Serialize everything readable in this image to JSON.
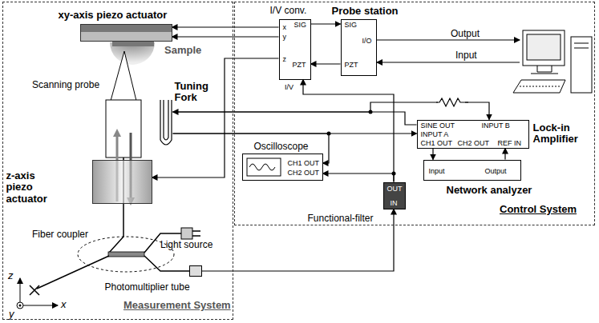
{
  "diagram": {
    "nodes": [
      {
        "text": [
          "Measurement System"
        ]
      },
      {
        "text": [
          "xy-axis piezo actuator"
        ],
        "in": 0
      },
      {
        "text": [
          "Tuning Fork"
        ],
        "in": 0
      },
      {
        "text": [
          "z-axis piezo actuator"
        ],
        "in": 0
      },
      {
        "text": [
          "Photomultiplier tube"
        ],
        "in": 0
      },
      {
        "text": [
          "Control System"
        ]
      },
      {
        "text": [
          "I/V conv.",
          "x",
          "y",
          "z",
          "SIG",
          "PZT"
        ],
        "in": 5
      },
      {
        "text": [
          "Probe station",
          "SIG",
          "PZT",
          "I/O"
        ],
        "in": 5
      },
      {
        "text": [
          "Oscilloscope",
          "CH1 OUT",
          "CH2 OUT"
        ],
        "in": 5
      },
      {
        "text": [
          "Lock-in Amplifier",
          "SINE OUT",
          "INPUT B",
          "INPUT A",
          "CH1 OUT",
          "CH2 OUT",
          "REF IN"
        ],
        "in": 5
      },
      {
        "text": [
          "OUT",
          "IN",
          "Functional-filter"
        ],
        "in": 5
      },
      {
        "text": [
          "Input",
          "Output",
          "Network analyzer"
        ],
        "in": 5
      }
    ],
    "edges": [
      {
        "from": 6,
        "to": 1,
        "arrow": "to"
      },
      {
        "from": 6,
        "to": 1,
        "arrow": "to"
      },
      {
        "from": 6,
        "to": 3,
        "arrow": "to"
      },
      {
        "from": 6,
        "to": 7,
        "arrow": "to"
      },
      {
        "from": 7,
        "to": 6,
        "arrow": "to"
      },
      {
        "from": 9,
        "to": 2,
        "arrow": "to"
      },
      {
        "from": 2,
        "to": 9,
        "arrow": "to"
      },
      {
        "from": 2,
        "to": 9,
        "arrow": "to"
      },
      {
        "from": 2,
        "to": 8,
        "arrow": "to"
      },
      {
        "from": 4,
        "to": 10,
        "arrow": "to"
      },
      {
        "from": 10,
        "to": 6,
        "arrow": "to"
      },
      {
        "from": 10,
        "to": 8,
        "arrow": "to"
      },
      {
        "from": 9,
        "to": 11,
        "arrow": "to"
      },
      {
        "from": 11,
        "to": 9,
        "arrow": "to"
      }
    ],
    "labels": [
      "Sample",
      "Scanning probe",
      "Fiber coupler",
      "Light source",
      "I/V",
      "Output",
      "Input",
      "z",
      "x",
      "y"
    ]
  }
}
